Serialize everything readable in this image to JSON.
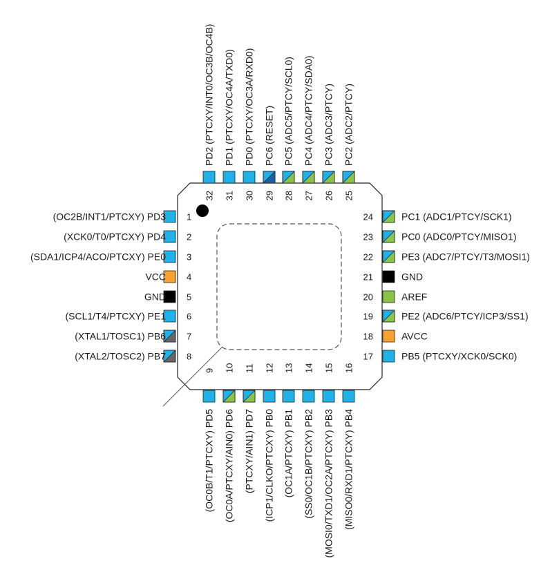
{
  "colors": {
    "cyan": "#1fb1e8",
    "green": "#8bc34a",
    "orange": "#f7a130",
    "black": "#000000",
    "gray": "#666666",
    "blue": "#1f5fa5",
    "outline": "#222222"
  },
  "pins": {
    "top": [
      {
        "label": "PD2 (PTCXY/INT0/OC3B/OC4B)",
        "num": "32",
        "style": "cyan"
      },
      {
        "label": "PD1 (PTCXY/OC4A/TXD0)",
        "num": "31",
        "style": "cyan"
      },
      {
        "label": "PD0 (PTCXY/OC3A/RXD0)",
        "num": "30",
        "style": "cyan"
      },
      {
        "label": "PC6 (RESET)",
        "num": "29",
        "style": "cyan-blue"
      },
      {
        "label": "PC5 (ADC5/PTCY/SCL0)",
        "num": "28",
        "style": "cyan-green"
      },
      {
        "label": "PC4 (ADC4/PTCY/SDA0)",
        "num": "27",
        "style": "cyan-green"
      },
      {
        "label": "PC3 (ADC3/PTCY)",
        "num": "26",
        "style": "cyan-green"
      },
      {
        "label": "PC2 (ADC2/PTCY)",
        "num": "25",
        "style": "cyan-green"
      }
    ],
    "left": [
      {
        "label": "(OC2B/INT1/PTCXY) PD3",
        "num": "1",
        "style": "cyan"
      },
      {
        "label": "(XCK0/T0/PTCXY) PD4",
        "num": "2",
        "style": "cyan"
      },
      {
        "label": "(SDA1/ICP4/ACO/PTCXY) PE0",
        "num": "3",
        "style": "cyan"
      },
      {
        "label": "VCC",
        "num": "4",
        "style": "orange"
      },
      {
        "label": "GND",
        "num": "5",
        "style": "black"
      },
      {
        "label": "(SCL1/T4/PTCXY) PE1",
        "num": "6",
        "style": "cyan"
      },
      {
        "label": "(XTAL1/TOSC1) PB6",
        "num": "7",
        "style": "cyan-gray"
      },
      {
        "label": "(XTAL2/TOSC2) PB7",
        "num": "8",
        "style": "cyan-gray"
      }
    ],
    "right": [
      {
        "label": "PC1 (ADC1/PTCY/SCK1)",
        "num": "24",
        "style": "cyan-green"
      },
      {
        "label": "PC0 (ADC0/PTCY/MISO1)",
        "num": "23",
        "style": "cyan-green"
      },
      {
        "label": "PE3 (ADC7/PTCY/T3/MOSI1)",
        "num": "22",
        "style": "cyan-green"
      },
      {
        "label": "GND",
        "num": "21",
        "style": "black"
      },
      {
        "label": "AREF",
        "num": "20",
        "style": "green"
      },
      {
        "label": "PE2 (ADC6/PTCY/ICP3/SS1)",
        "num": "19",
        "style": "cyan-green"
      },
      {
        "label": "AVCC",
        "num": "18",
        "style": "orange"
      },
      {
        "label": "PB5 (PTCXY/XCK0/SCK0)",
        "num": "17",
        "style": "cyan"
      }
    ],
    "bottom": [
      {
        "label": "(OC0B/T1/PTCXY) PD5",
        "num": "9",
        "style": "cyan"
      },
      {
        "label": "(OC0A/PTCXY/AIN0) PD6",
        "num": "10",
        "style": "cyan-green"
      },
      {
        "label": "(PTCXY/AIN1) PD7",
        "num": "11",
        "style": "cyan-green"
      },
      {
        "label": "(ICP1/CLKO/PTCXY) PB0",
        "num": "12",
        "style": "cyan"
      },
      {
        "label": "(OC1A/PTCXY) PB1",
        "num": "13",
        "style": "cyan"
      },
      {
        "label": "(SS0/OC1B/PTCXY) PB2",
        "num": "14",
        "style": "cyan"
      },
      {
        "label": "(MOSI0/TXD1/OC2A/PTCXY) PB3",
        "num": "15",
        "style": "cyan"
      },
      {
        "label": "(MISO0/RXD1/PTCXY) PB4",
        "num": "16",
        "style": "cyan"
      }
    ]
  }
}
